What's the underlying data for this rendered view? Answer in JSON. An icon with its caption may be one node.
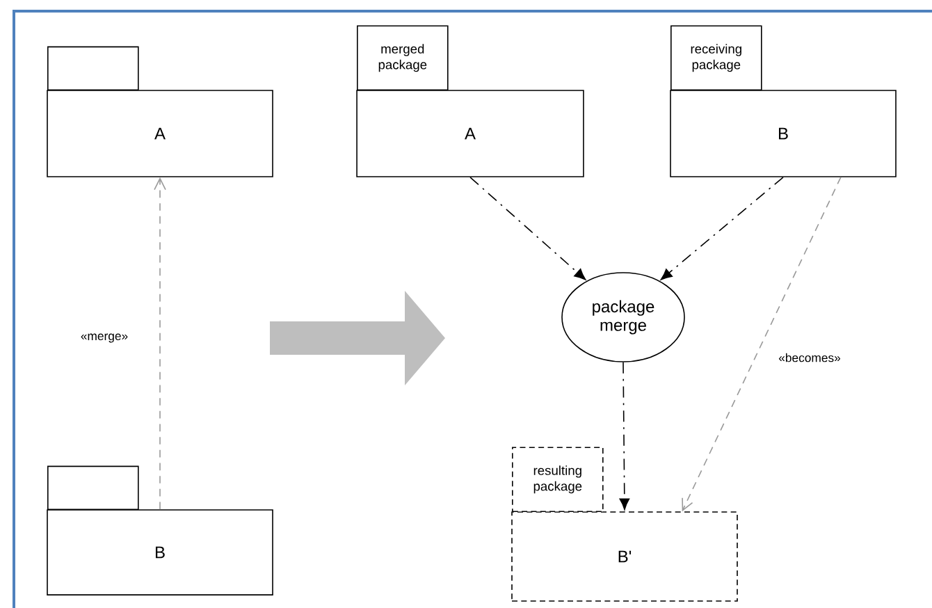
{
  "diagram": {
    "nodes": [
      {
        "text": [
          "A"
        ]
      },
      {
        "text": [
          "B"
        ]
      },
      {
        "text": [
          "merged package",
          "A"
        ]
      },
      {
        "text": [
          "receiving package",
          "B"
        ]
      },
      {
        "text": [
          "package merge"
        ]
      },
      {
        "text": [
          "resulting package",
          "B'"
        ]
      }
    ],
    "edges": [
      {
        "from": 1,
        "to": 0,
        "arrow": "to",
        "style": "dashed",
        "color": "#999999",
        "label": "«merge»"
      },
      {
        "from": 2,
        "to": 4,
        "arrow": "to"
      },
      {
        "from": 3,
        "to": 4,
        "arrow": "to"
      },
      {
        "from": 4,
        "to": 5,
        "arrow": "to"
      },
      {
        "from": 3,
        "to": 5,
        "arrow": "to",
        "style": "dashed",
        "color": "#999999",
        "label": "«becomes»"
      }
    ]
  }
}
